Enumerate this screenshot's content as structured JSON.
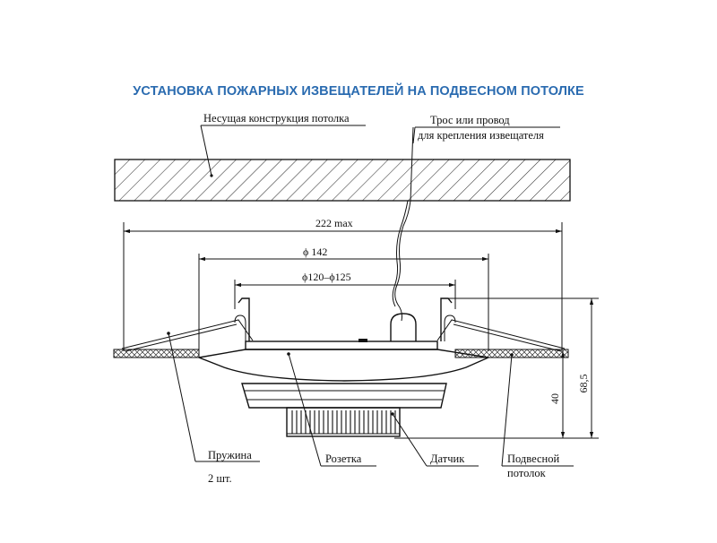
{
  "title": "УСТАНОВКА ПОЖАРНЫХ ИЗВЕЩАТЕЛЕЙ НА ПОДВЕСНОМ ПОТОЛКЕ",
  "labels": {
    "ceiling_structure": "Несущая конструкция потолка",
    "cable_line1": "Трос или провод",
    "cable_line2": "для крепления извещателя",
    "spring_line1": "Пружина",
    "spring_line2": "2 шт.",
    "socket": "Розетка",
    "sensor": "Датчик",
    "suspended_line1": "Подвесной",
    "suspended_line2": "потолок"
  },
  "dimensions": {
    "overall": "222 max",
    "diameter_outer": "ϕ 142",
    "diameter_hole": "ϕ120–ϕ125",
    "height_total": "68,5",
    "height_below": "40"
  }
}
